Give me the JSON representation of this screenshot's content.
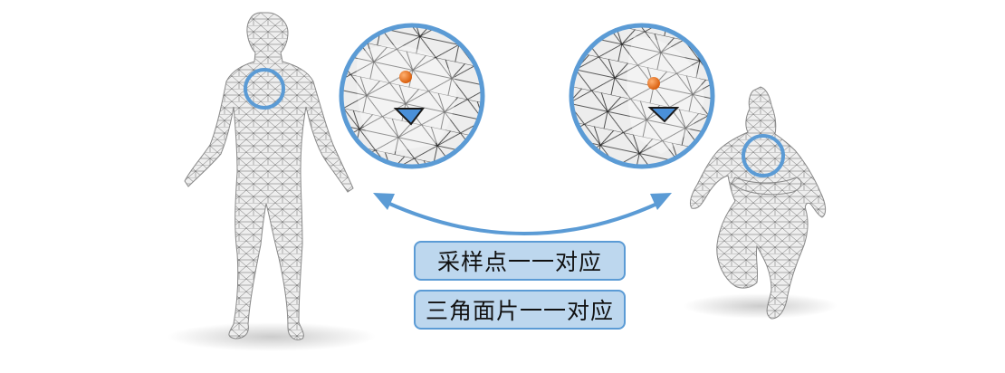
{
  "labels": {
    "sample_points": "采样点一一对应",
    "triangle_faces": "三角面片一一对应"
  },
  "colors": {
    "accent_blue": "#5b9bd5",
    "label_fill": "#bdd7ee",
    "sample_point": "#e2711d",
    "triangle": "#4a90d9",
    "mesh_fill": "#eeeeee",
    "mesh_line": "#333333"
  },
  "icons": {
    "arrow": "double-headed-curved-arrow",
    "point": "orange-sphere",
    "face": "blue-triangle"
  }
}
